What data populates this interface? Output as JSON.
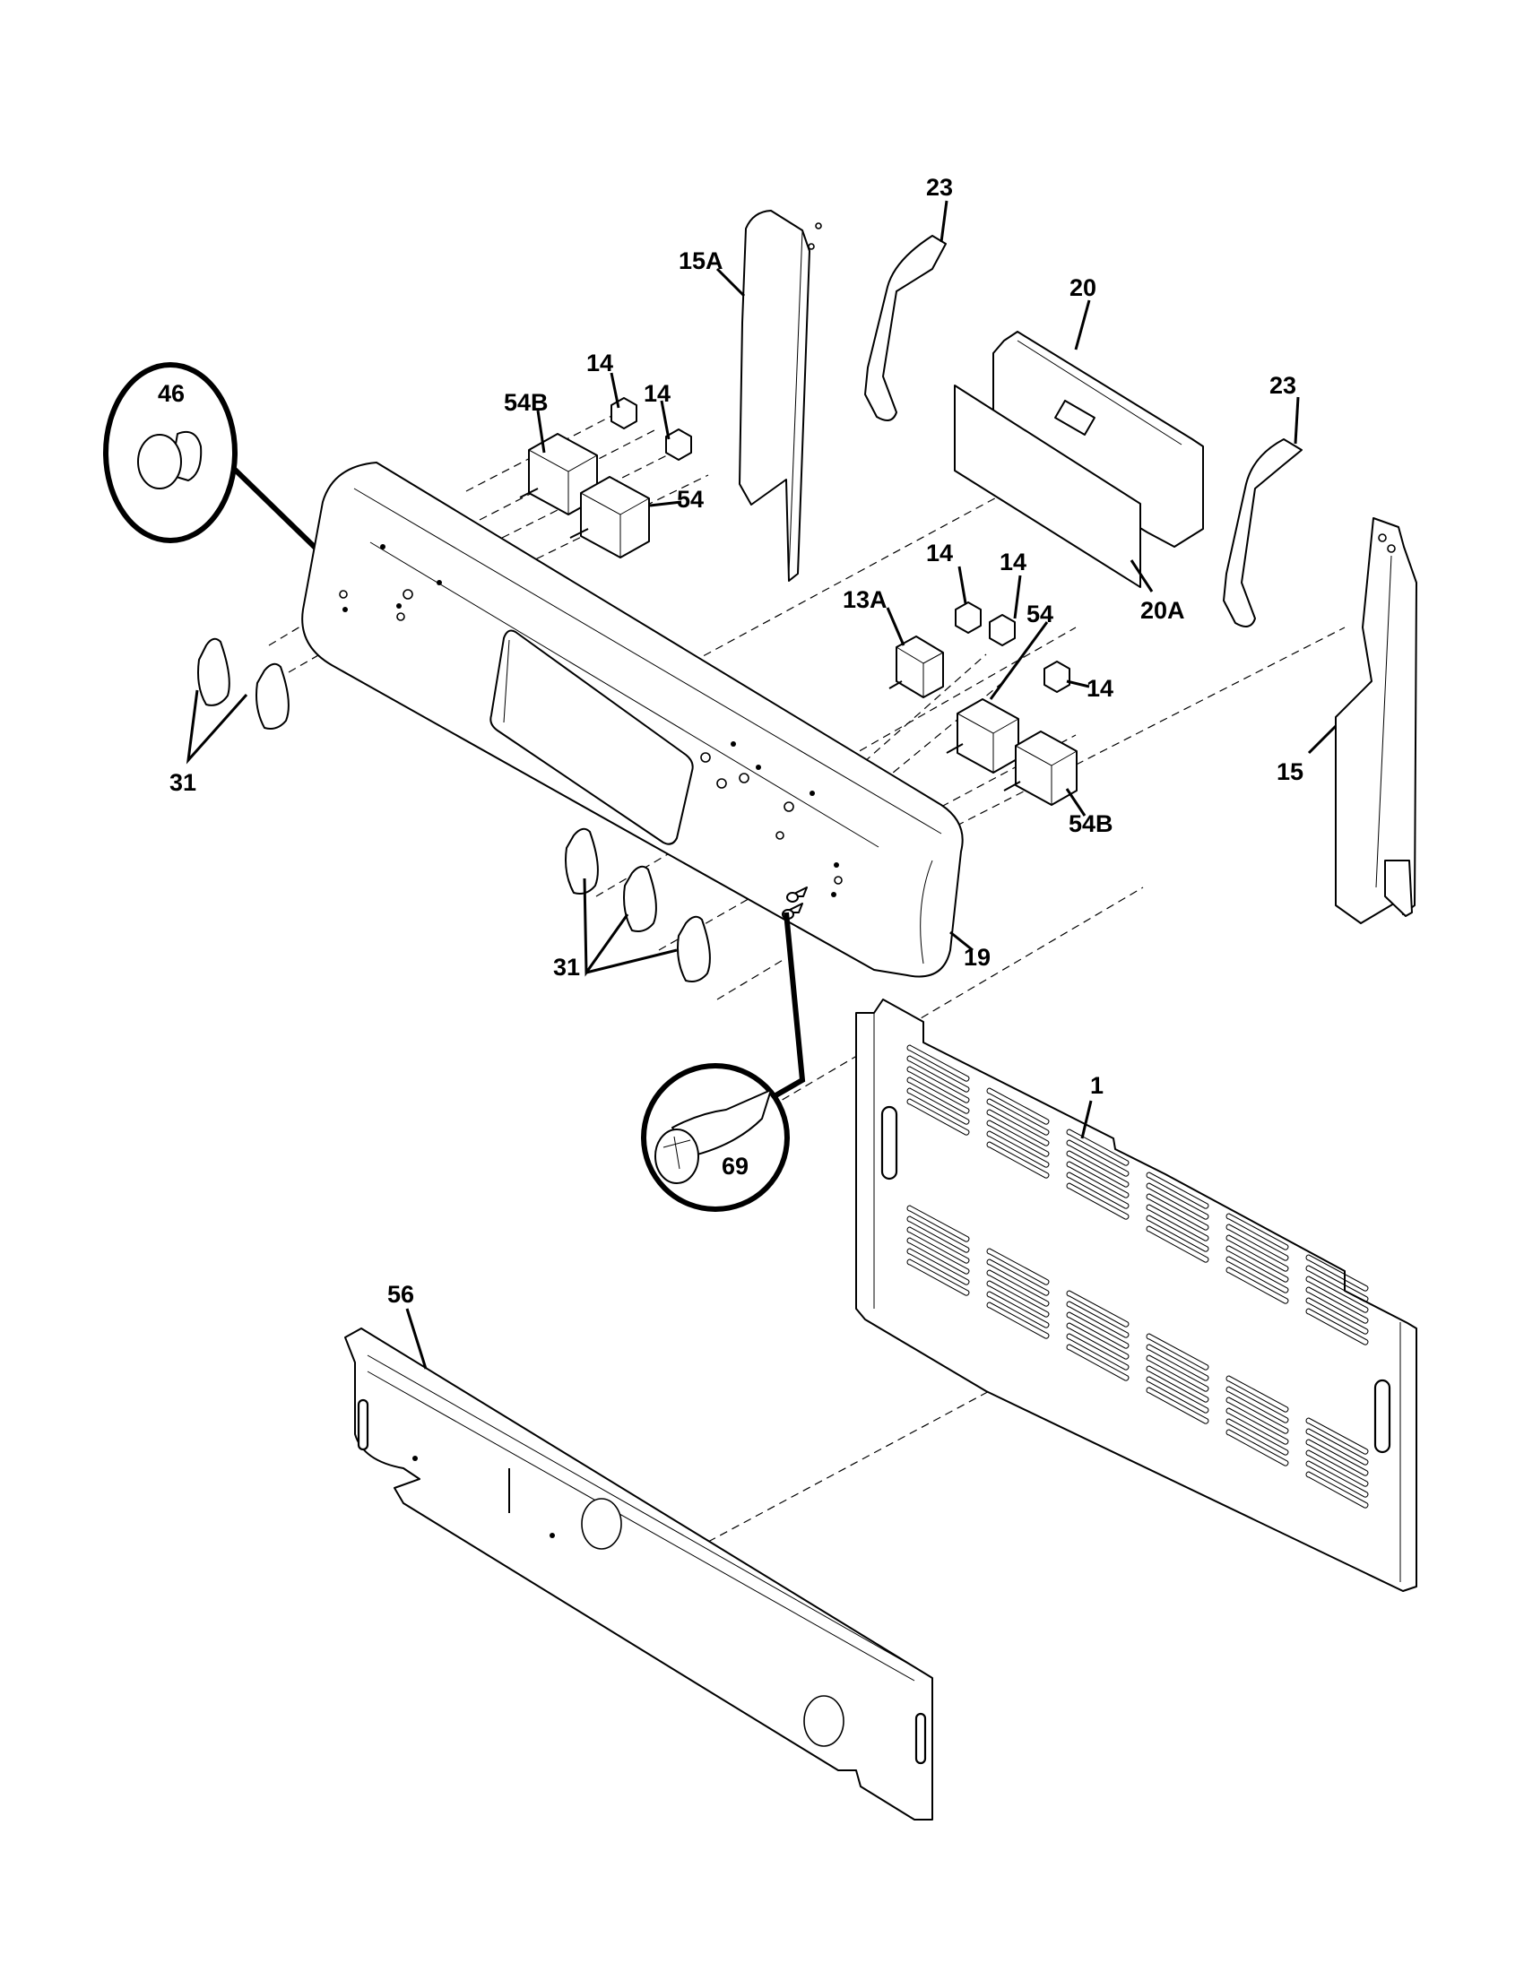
{
  "diagram": {
    "title": "Control panel exploded parts view",
    "background_color": "#ffffff",
    "line_color": "#000000",
    "callouts": [
      {
        "id": "46",
        "part": "clock-knob"
      },
      {
        "id": "54B",
        "part": "infinite-switch"
      },
      {
        "id": "14",
        "part": "indicator-light"
      },
      {
        "id": "14",
        "part": "indicator-light"
      },
      {
        "id": "54",
        "part": "infinite-switch"
      },
      {
        "id": "15A",
        "part": "end-cap-bracket-left"
      },
      {
        "id": "23",
        "part": "clamp-bracket"
      },
      {
        "id": "20",
        "part": "electronic-control-board"
      },
      {
        "id": "23",
        "part": "clamp-bracket"
      },
      {
        "id": "20A",
        "part": "overlay-insulation"
      },
      {
        "id": "14",
        "part": "indicator-light"
      },
      {
        "id": "14",
        "part": "indicator-light"
      },
      {
        "id": "13A",
        "part": "dual-switch"
      },
      {
        "id": "54",
        "part": "infinite-switch"
      },
      {
        "id": "14",
        "part": "indicator-light"
      },
      {
        "id": "54B",
        "part": "infinite-switch"
      },
      {
        "id": "15",
        "part": "end-cap-bracket-right"
      },
      {
        "id": "31",
        "part": "knob"
      },
      {
        "id": "31",
        "part": "knob"
      },
      {
        "id": "19",
        "part": "control-panel"
      },
      {
        "id": "69",
        "part": "screw"
      },
      {
        "id": "1",
        "part": "back-panel"
      },
      {
        "id": "56",
        "part": "lower-back-guard"
      }
    ]
  }
}
